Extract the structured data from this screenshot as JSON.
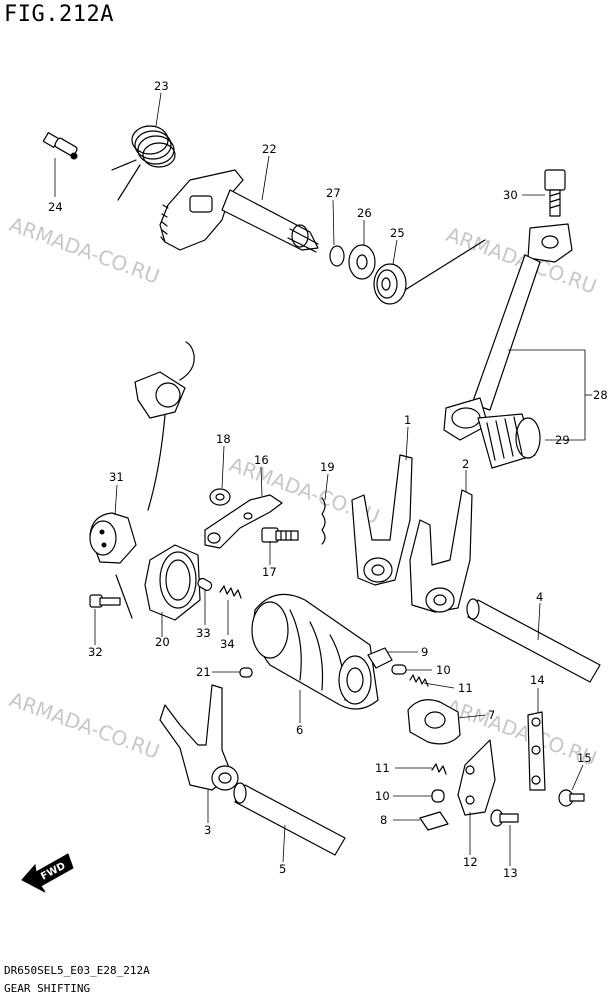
{
  "figure": {
    "title": "FIG.212A",
    "model_code": "DR650SEL5_E03_E28_212A",
    "section_title": "GEAR SHIFTING"
  },
  "watermark": "ARMADA-CO.RU",
  "fwd_label": "FWD",
  "callouts": [
    "1",
    "2",
    "3",
    "4",
    "5",
    "6",
    "7",
    "8",
    "9",
    "10",
    "10",
    "11",
    "11",
    "12",
    "13",
    "14",
    "15",
    "16",
    "17",
    "18",
    "19",
    "20",
    "21",
    "22",
    "23",
    "24",
    "25",
    "26",
    "27",
    "28",
    "29",
    "30",
    "31",
    "32",
    "33",
    "34"
  ]
}
